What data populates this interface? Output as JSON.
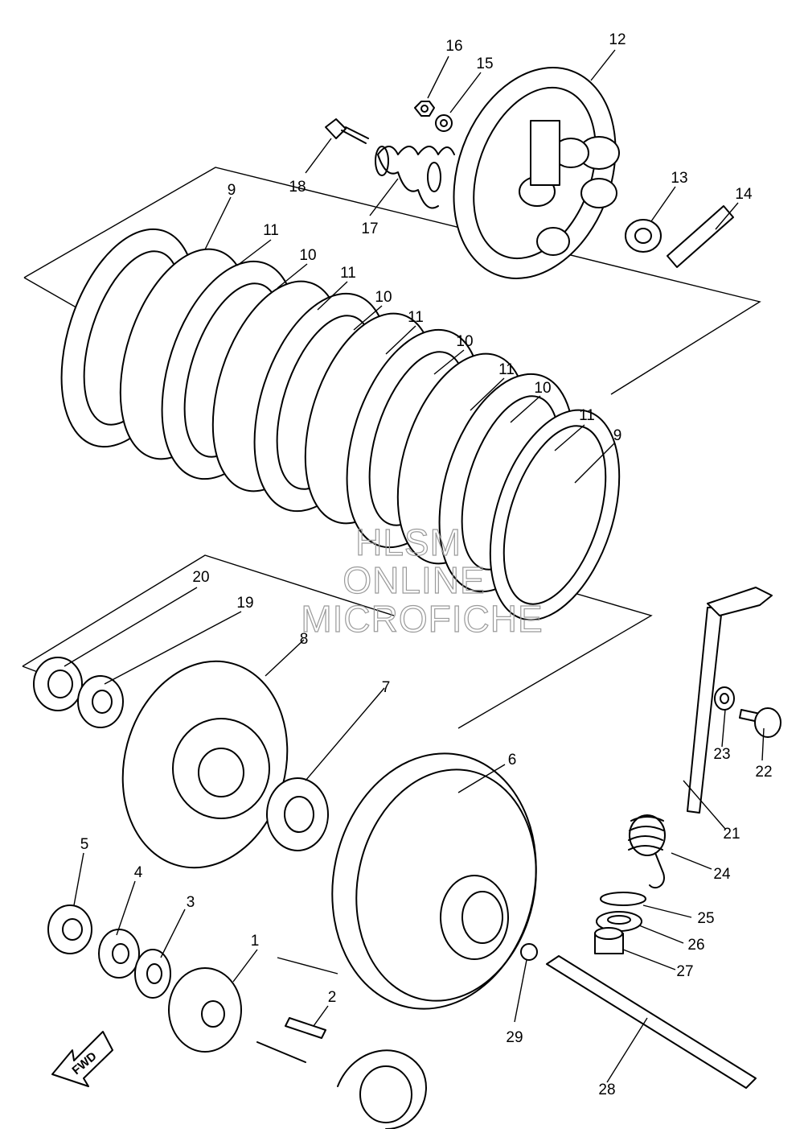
{
  "callouts": [
    {
      "label": "1"
    },
    {
      "label": "2"
    },
    {
      "label": "3"
    },
    {
      "label": "4"
    },
    {
      "label": "5"
    },
    {
      "label": "6"
    },
    {
      "label": "7"
    },
    {
      "label": "8"
    },
    {
      "label": "9"
    },
    {
      "label": "9"
    },
    {
      "label": "10"
    },
    {
      "label": "10"
    },
    {
      "label": "10"
    },
    {
      "label": "10"
    },
    {
      "label": "11"
    },
    {
      "label": "11"
    },
    {
      "label": "11"
    },
    {
      "label": "11"
    },
    {
      "label": "11"
    },
    {
      "label": "12"
    },
    {
      "label": "13"
    },
    {
      "label": "14"
    },
    {
      "label": "15"
    },
    {
      "label": "16"
    },
    {
      "label": "17"
    },
    {
      "label": "18"
    },
    {
      "label": "19"
    },
    {
      "label": "20"
    },
    {
      "label": "21"
    },
    {
      "label": "22"
    },
    {
      "label": "23"
    },
    {
      "label": "24"
    },
    {
      "label": "25"
    },
    {
      "label": "26"
    },
    {
      "label": "27"
    },
    {
      "label": "28"
    },
    {
      "label": "29"
    }
  ],
  "watermark": {
    "line1": "HLSM",
    "line2": "ONLINE",
    "line3": "MICROFICHE"
  },
  "direction_arrow": {
    "label": "FWD",
    "icon": "fwd-arrow-icon"
  }
}
